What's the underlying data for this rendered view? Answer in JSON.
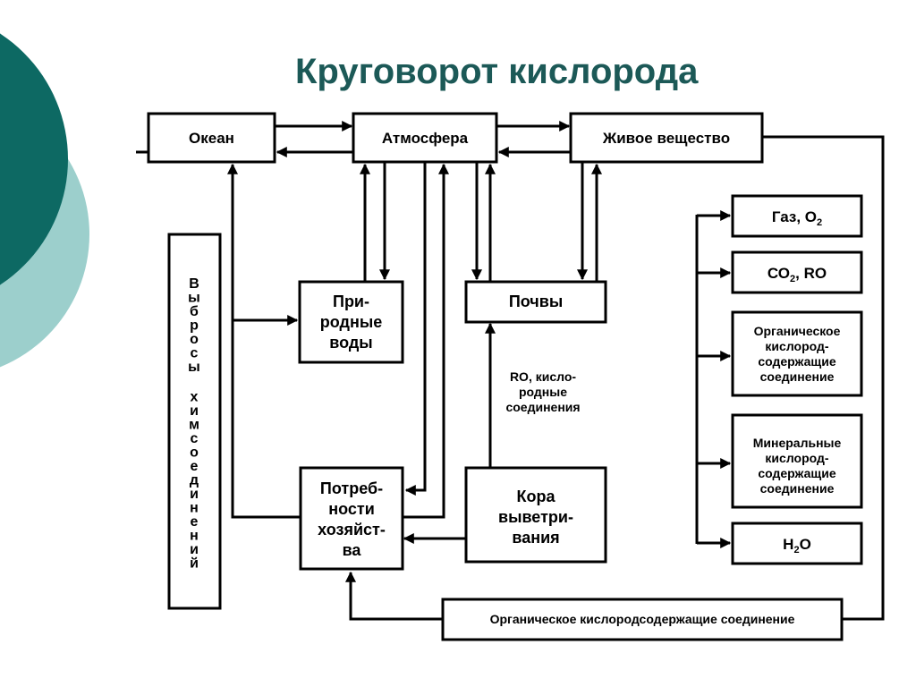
{
  "title": "Круговорот кислорода",
  "colors": {
    "dark_teal": "#0d6963",
    "light_teal": "#9ccfcc",
    "title": "#1c5957"
  },
  "nodes": {
    "ocean": "Океан",
    "atmosphere": "Атмосфера",
    "living_matter": "Живое вещество",
    "natural_waters": [
      "При-",
      "родные",
      "воды"
    ],
    "soils": "Почвы",
    "emissions": "Выбросы химсоединений",
    "economy_needs": [
      "Потреб-",
      "ности",
      "хозяйст-",
      "ва"
    ],
    "weathering_crust": [
      "Кора",
      "выветри-",
      "вания"
    ],
    "gas_o2": {
      "base": "Газ, О",
      "sub": "2"
    },
    "co2_ro": {
      "base": "СО",
      "sub": "2",
      "tail": ", RO"
    },
    "organic_compounds": [
      "Органическое",
      "кислород-",
      "содержащие",
      "соединение"
    ],
    "mineral_compounds": [
      "Минеральные",
      "кислород-",
      "содержащие",
      "соединение"
    ],
    "h2o": {
      "pre": "Н",
      "sub": "2",
      "tail": "О"
    },
    "organic_bottom": "Органическое кислородсодержащие соединение"
  },
  "notes": {
    "ro_compounds": [
      "RO, кисло-",
      "родные",
      "соединения"
    ]
  }
}
